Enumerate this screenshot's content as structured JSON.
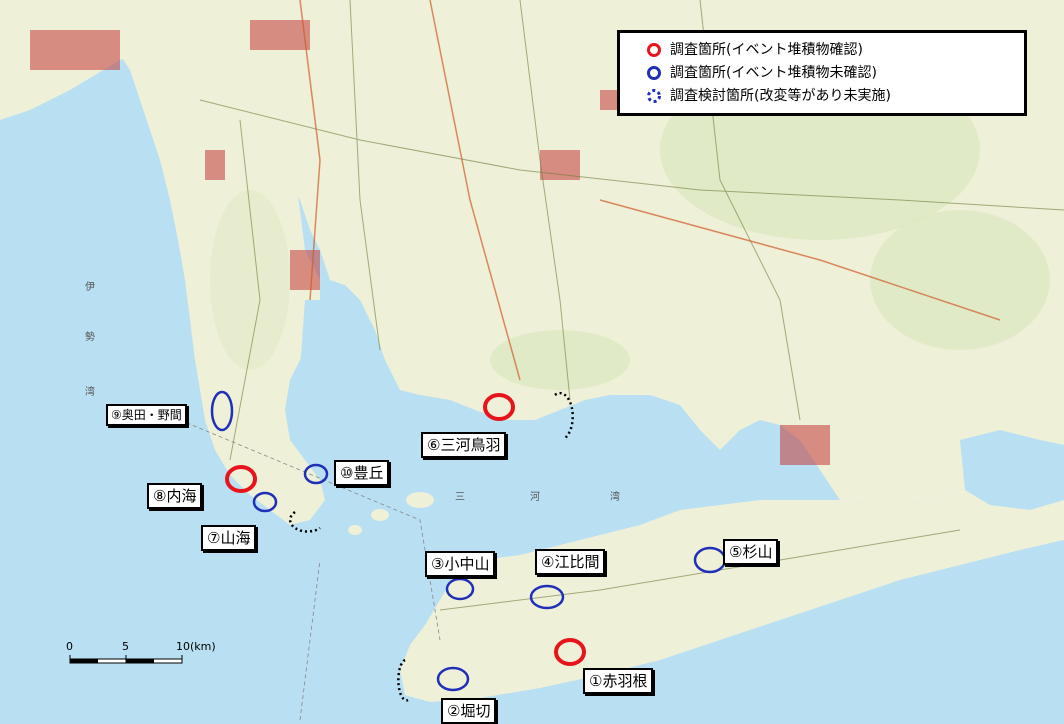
{
  "legend": {
    "confirmed": "調査箇所(イベント堆積物確認)",
    "unconfirmed": "調査箇所(イベント堆積物未確認)",
    "planned": "調査検討箇所(改変等があり未実施)"
  },
  "sites": [
    {
      "label": "①赤羽根",
      "status": "confirmed"
    },
    {
      "label": "②堀切",
      "status": "unconfirmed"
    },
    {
      "label": "③小中山",
      "status": "unconfirmed"
    },
    {
      "label": "④江比間",
      "status": "unconfirmed"
    },
    {
      "label": "⑤杉山",
      "status": "unconfirmed"
    },
    {
      "label": "⑥三河鳥羽",
      "status": "confirmed"
    },
    {
      "label": "⑦山海",
      "status": "unconfirmed"
    },
    {
      "label": "⑧内海",
      "status": "confirmed"
    },
    {
      "label": "⑨奥田・野間",
      "status": "unconfirmed"
    },
    {
      "label": "⑩豊丘",
      "status": "unconfirmed"
    }
  ],
  "scale": {
    "tick0": "0",
    "tick5": "5",
    "tick10": "10(km)"
  },
  "colors": {
    "confirmed": "#e8141c",
    "unconfirmed": "#1f2fb8",
    "sea": "#b9dff2",
    "land": "#eef0d8",
    "urban": "#c43a3a"
  }
}
